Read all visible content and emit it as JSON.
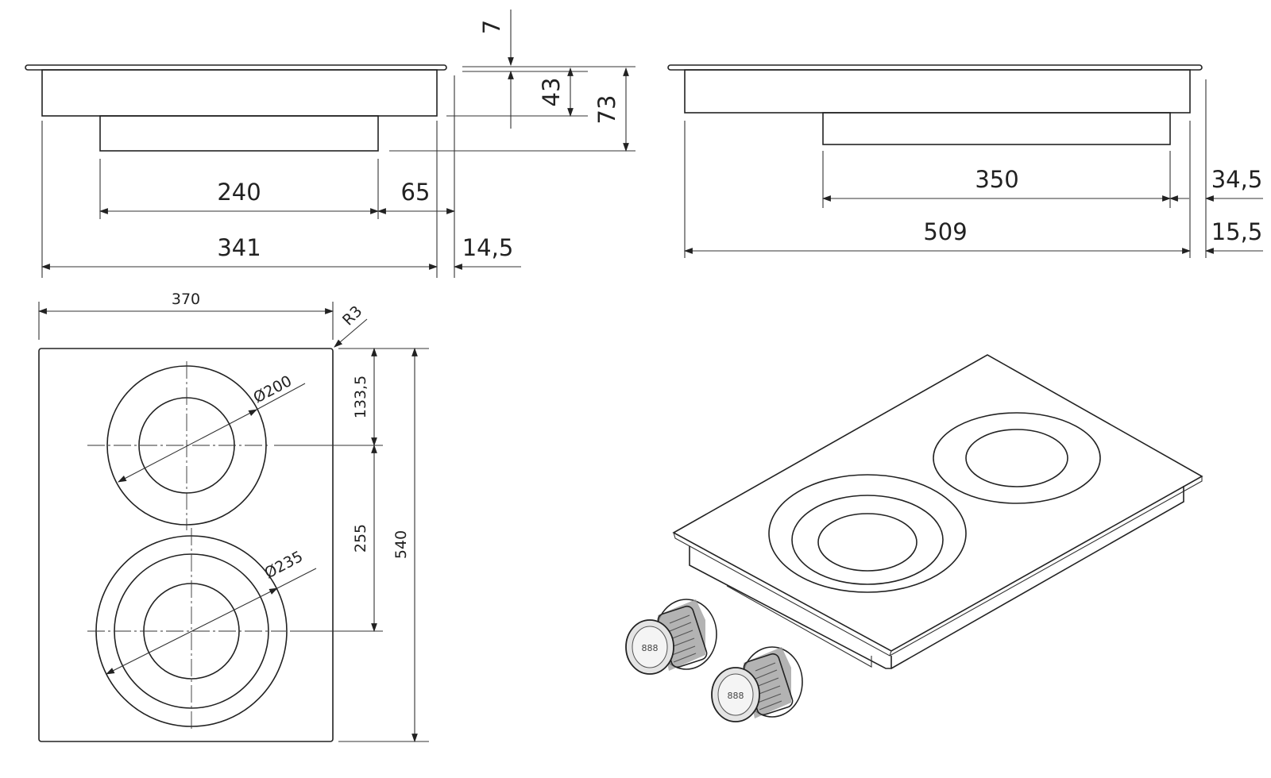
{
  "dims": {
    "top_thickness": "7",
    "body_depth": "43",
    "total_depth": "73",
    "front_bottom_width": "240",
    "front_offset": "65",
    "front_body_width": "341",
    "front_edge": "14,5",
    "side_bottom_width": "350",
    "side_offset": "34,5",
    "side_body_width": "509",
    "side_edge": "15,5",
    "plan_width": "370",
    "corner_radius": "R3",
    "small_zone_diameter": "Ø200",
    "large_zone_diameter": "Ø235",
    "zone_top_offset": "133,5",
    "zone_spacing": "255",
    "plan_height": "540"
  },
  "knob_display": "888",
  "colors": {
    "line": "#222222",
    "background": "#ffffff"
  }
}
